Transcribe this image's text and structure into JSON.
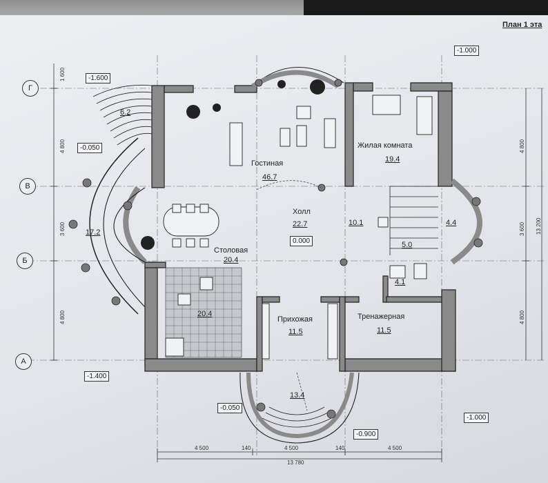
{
  "title": "План 1 эта",
  "rooms": [
    {
      "name": "Гостиная",
      "area": "46.7"
    },
    {
      "name": "Жилая комната",
      "area": "19.4"
    },
    {
      "name": "Холл",
      "area": "22.7"
    },
    {
      "name": "Столовая",
      "area": "20.4"
    },
    {
      "name": "Прихожая",
      "area": "11.5"
    },
    {
      "name": "Тренажерная",
      "area": "11.5"
    }
  ],
  "areas": [
    "6.2",
    "17.2",
    "20.4",
    "10.1",
    "4.4",
    "5.0",
    "4.1",
    "13.4"
  ],
  "levels": [
    "-1.600",
    "-1.000",
    "-0.050",
    "0.000",
    "-1.400",
    "-0.050",
    "-0.900",
    "-1.000"
  ],
  "axes": [
    "Г",
    "В",
    "Б",
    "А"
  ],
  "dims_left": [
    "1 600",
    "4 800",
    "3 600",
    "4 800"
  ],
  "dims_right": [
    "4 800",
    "3 600",
    "13 200",
    "4 800"
  ],
  "dims_bottom": [
    "4 500",
    "140",
    "4 500",
    "140",
    "4 500"
  ],
  "dims_total": "13 780"
}
